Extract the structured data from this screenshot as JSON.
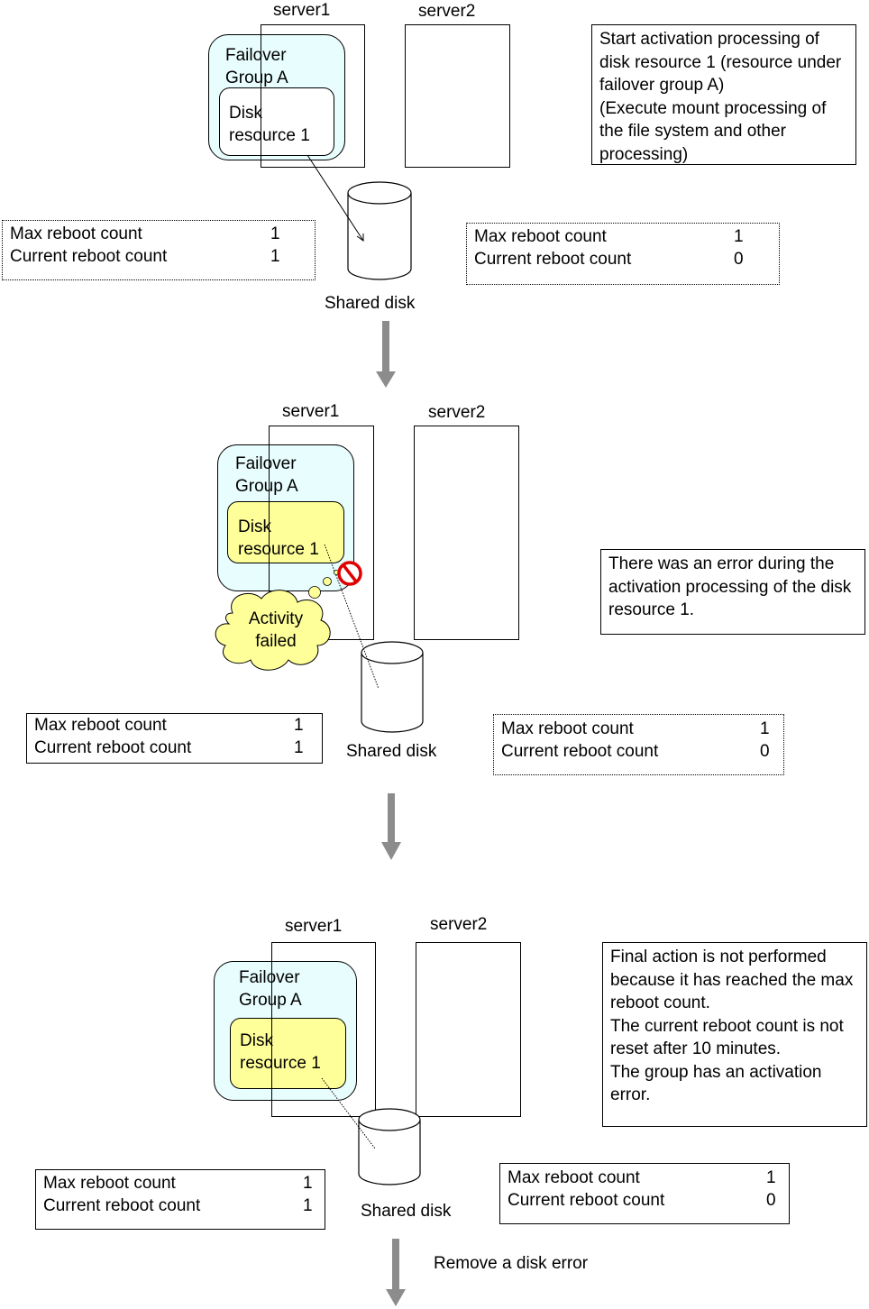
{
  "labels": {
    "server1": "server1",
    "server2": "server2",
    "group": "Failover\nGroup A",
    "disk_resource": "Disk\nresource 1",
    "shared_disk": "Shared disk",
    "max_reboot": "Max reboot count",
    "current_reboot": "Current reboot count"
  },
  "step1": {
    "note": "Start activation processing of disk resource 1 (resource under failover group A)\n(Execute mount processing of the file system and other processing)",
    "server1_counts": {
      "max": "1",
      "current": "1"
    },
    "server2_counts": {
      "max": "1",
      "current": "0"
    }
  },
  "step2": {
    "note": "There was an error during the activation processing of the disk resource 1.",
    "bubble": "Activity\nfailed",
    "server1_counts": {
      "max": "1",
      "current": "1"
    },
    "server2_counts": {
      "max": "1",
      "current": "0"
    }
  },
  "step3": {
    "note": "Final action is not performed because it has reached the max reboot count.\nThe current reboot count is not reset after 10 minutes.\nThe group has an activation error.",
    "server1_counts": {
      "max": "1",
      "current": "1"
    },
    "server2_counts": {
      "max": "1",
      "current": "0"
    },
    "next_action": "Remove a disk error"
  },
  "colors": {
    "group_fill": "#e8fdfd",
    "disk_error_fill": "#ffff99",
    "arrow": "#8c8c8c",
    "no_sign": "#e00000"
  }
}
